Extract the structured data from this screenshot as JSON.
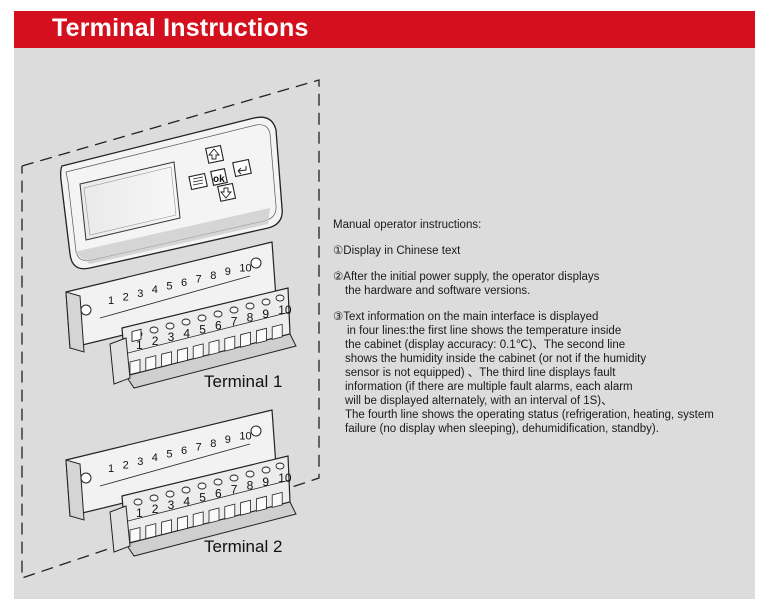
{
  "header": {
    "title": "Terminal Instructions",
    "background": "#d4101e"
  },
  "illustration": {
    "controller_buttons": [
      {
        "icon": "up-arrow-icon"
      },
      {
        "icon": "menu-icon"
      },
      {
        "label": "ok"
      },
      {
        "icon": "return-icon"
      },
      {
        "icon": "down-arrow-icon"
      }
    ],
    "terminal_numbers": [
      "1",
      "2",
      "3",
      "4",
      "5",
      "6",
      "7",
      "8",
      "9",
      "10"
    ],
    "terminal1_label": "Terminal 1",
    "terminal2_label": "Terminal 2"
  },
  "instructions": {
    "intro": "Manual operator instructions:",
    "items": [
      {
        "lines": [
          "①Display in Chinese text"
        ]
      },
      {
        "lines": [
          "②After the initial power supply, the operator displays",
          "   the hardware and software versions."
        ]
      },
      {
        "lines": [
          "③Text information on the main interface is displayed",
          "    in four lines:the first line shows the temperature inside",
          "   the cabinet (display accuracy: 0.1℃)、The second line",
          "   shows the humidity  inside the cabinet (or not if the humidity",
          "   sensor is not equipped)  、The third line displays fault",
          "   information (if there are multiple fault alarms, each alarm",
          "   will be displayed alternately, with an  interval of 1S)、",
          "   The fourth line shows the operating status (refrigeration, heating, system",
          "   failure (no display when sleeping), dehumidification, standby)."
        ]
      }
    ]
  }
}
